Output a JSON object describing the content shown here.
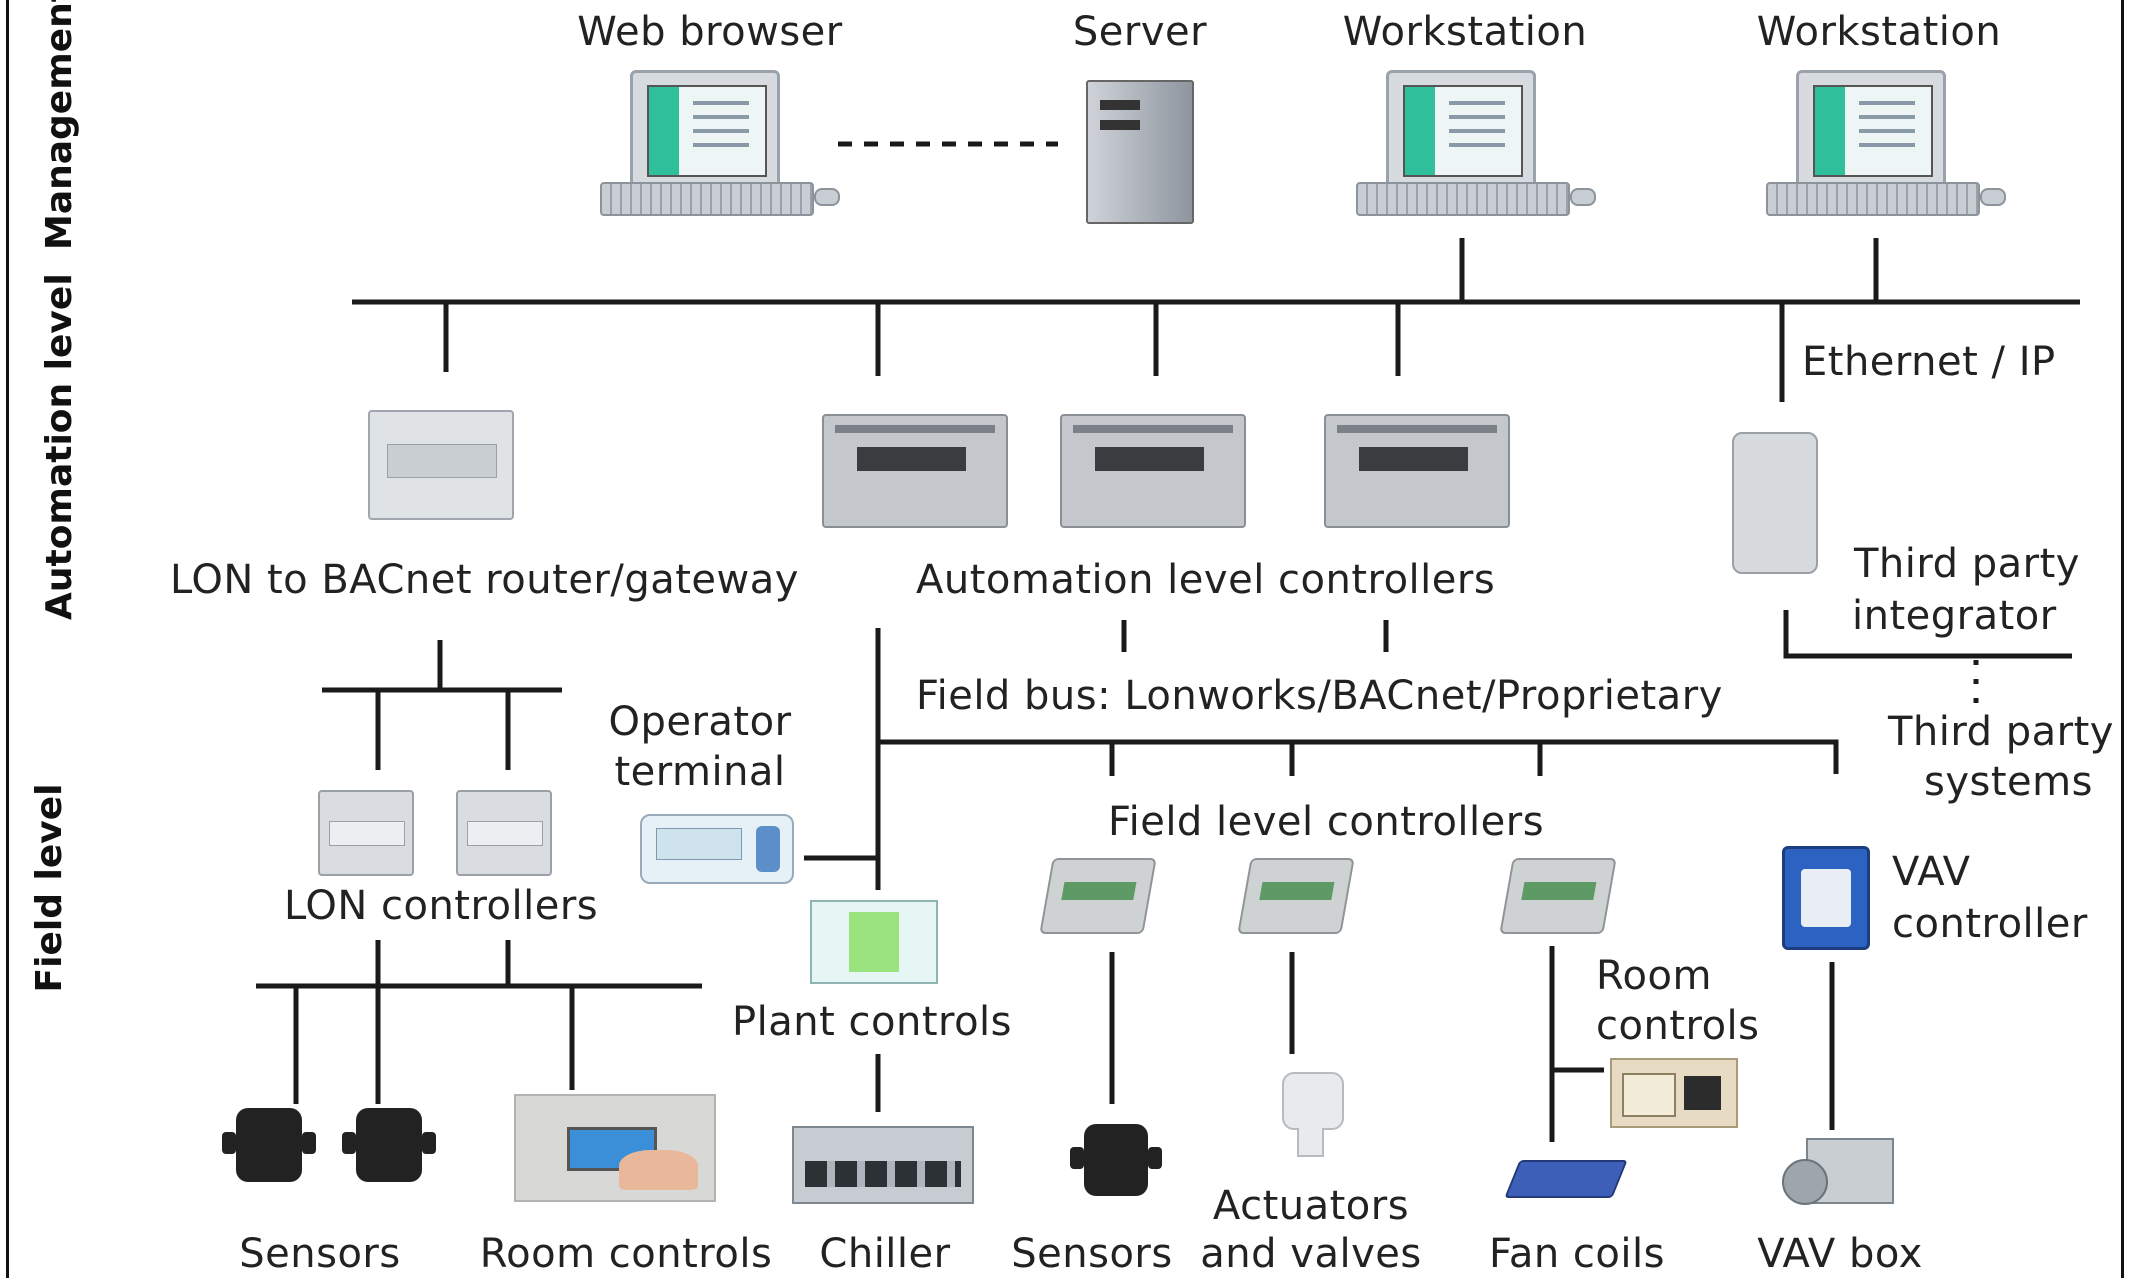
{
  "levels": {
    "management": "Management level",
    "automation": "Automation level",
    "field": "Field level"
  },
  "management": {
    "web_browser": "Web browser",
    "server": "Server",
    "workstation_1": "Workstation",
    "workstation_2": "Workstation"
  },
  "network": {
    "ethernet": "Ethernet / IP",
    "field_bus": "Field bus: Lonworks/BACnet/Proprietary"
  },
  "automation": {
    "router": "LON to BACnet router/gateway",
    "controllers": "Automation level controllers",
    "integrator_1": "Third party",
    "integrator_2": "integrator",
    "third_party_1": "Third party",
    "third_party_2": "systems"
  },
  "field": {
    "operator_1": "Operator",
    "operator_2": "terminal",
    "lon_controllers": "LON controllers",
    "field_controllers": "Field level controllers",
    "plant_controls": "Plant controls",
    "room_controls_a": "Room",
    "room_controls_b": "controls",
    "vav_1": "VAV",
    "vav_2": "controller"
  },
  "bottom": {
    "sensors_1": "Sensors",
    "room_controls": "Room controls",
    "chiller": "Chiller",
    "sensors_2": "Sensors",
    "actuators_1": "Actuators",
    "actuators_2": "and valves",
    "fan_coils": "Fan coils",
    "vav_box": "VAV box"
  }
}
